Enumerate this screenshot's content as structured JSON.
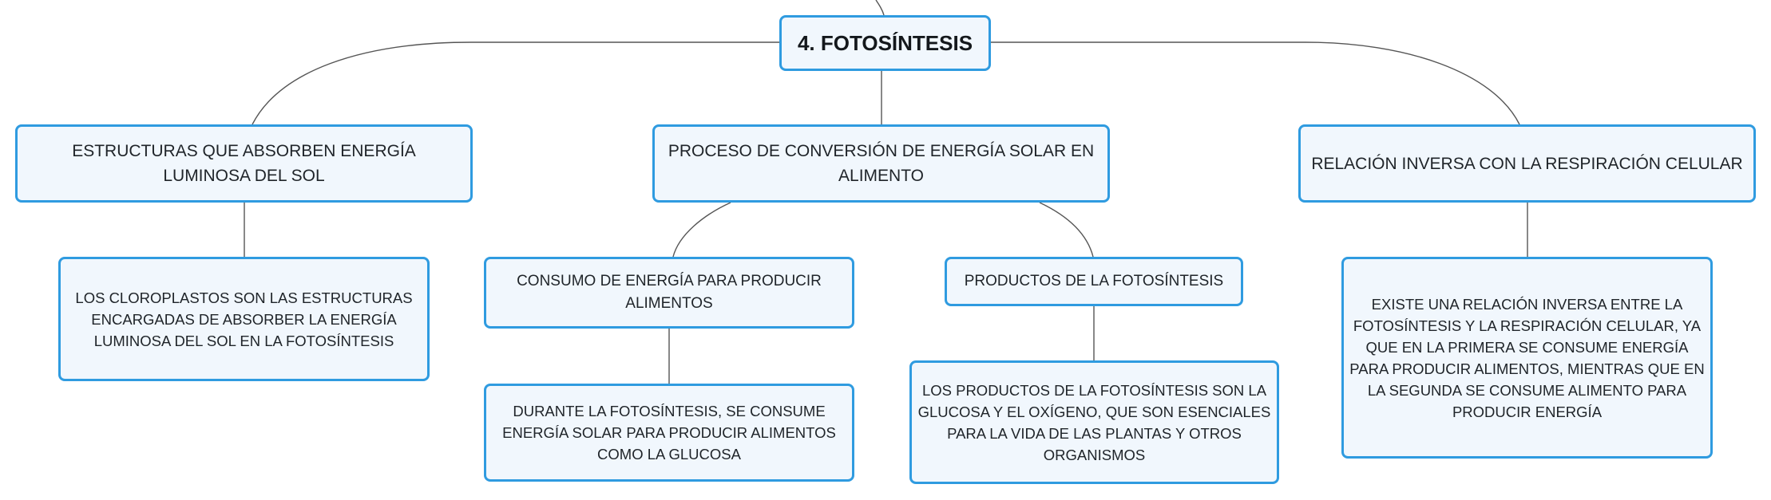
{
  "diagram": {
    "root": {
      "title": "4. FOTOSÍNTESIS"
    },
    "branches": [
      {
        "title": "ESTRUCTURAS QUE ABSORBEN ENERGÍA LUMINOSA DEL SOL",
        "children": [
          {
            "text": "LOS CLOROPLASTOS SON LAS ESTRUCTURAS ENCARGADAS DE ABSORBER LA ENERGÍA LUMINOSA DEL SOL EN LA FOTOSÍNTESIS"
          }
        ]
      },
      {
        "title": "PROCESO DE CONVERSIÓN DE ENERGÍA SOLAR EN ALIMENTO",
        "children": [
          {
            "title": "CONSUMO DE ENERGÍA PARA PRODUCIR ALIMENTOS",
            "detail": "DURANTE LA FOTOSÍNTESIS, SE CONSUME ENERGÍA SOLAR PARA PRODUCIR ALIMENTOS COMO LA GLUCOSA"
          },
          {
            "title": "PRODUCTOS DE LA FOTOSÍNTESIS",
            "detail": "LOS PRODUCTOS DE LA FOTOSÍNTESIS SON LA GLUCOSA Y EL OXÍGENO, QUE SON ESENCIALES PARA LA VIDA DE LAS PLANTAS Y OTROS ORGANISMOS"
          }
        ]
      },
      {
        "title": "RELACIÓN INVERSA CON LA RESPIRACIÓN CELULAR",
        "children": [
          {
            "text": "EXISTE UNA RELACIÓN INVERSA ENTRE LA FOTOSÍNTESIS Y LA RESPIRACIÓN CELULAR, YA QUE EN LA PRIMERA SE CONSUME ENERGÍA PARA PRODUCIR ALIMENTOS, MIENTRAS QUE EN LA SEGUNDA SE CONSUME ALIMENTO PARA PRODUCIR ENERGÍA"
          }
        ]
      }
    ],
    "colors": {
      "node_border": "#2f9be0",
      "node_fill": "#f1f7fd",
      "connector": "#555555",
      "text": "#1f2429"
    }
  }
}
